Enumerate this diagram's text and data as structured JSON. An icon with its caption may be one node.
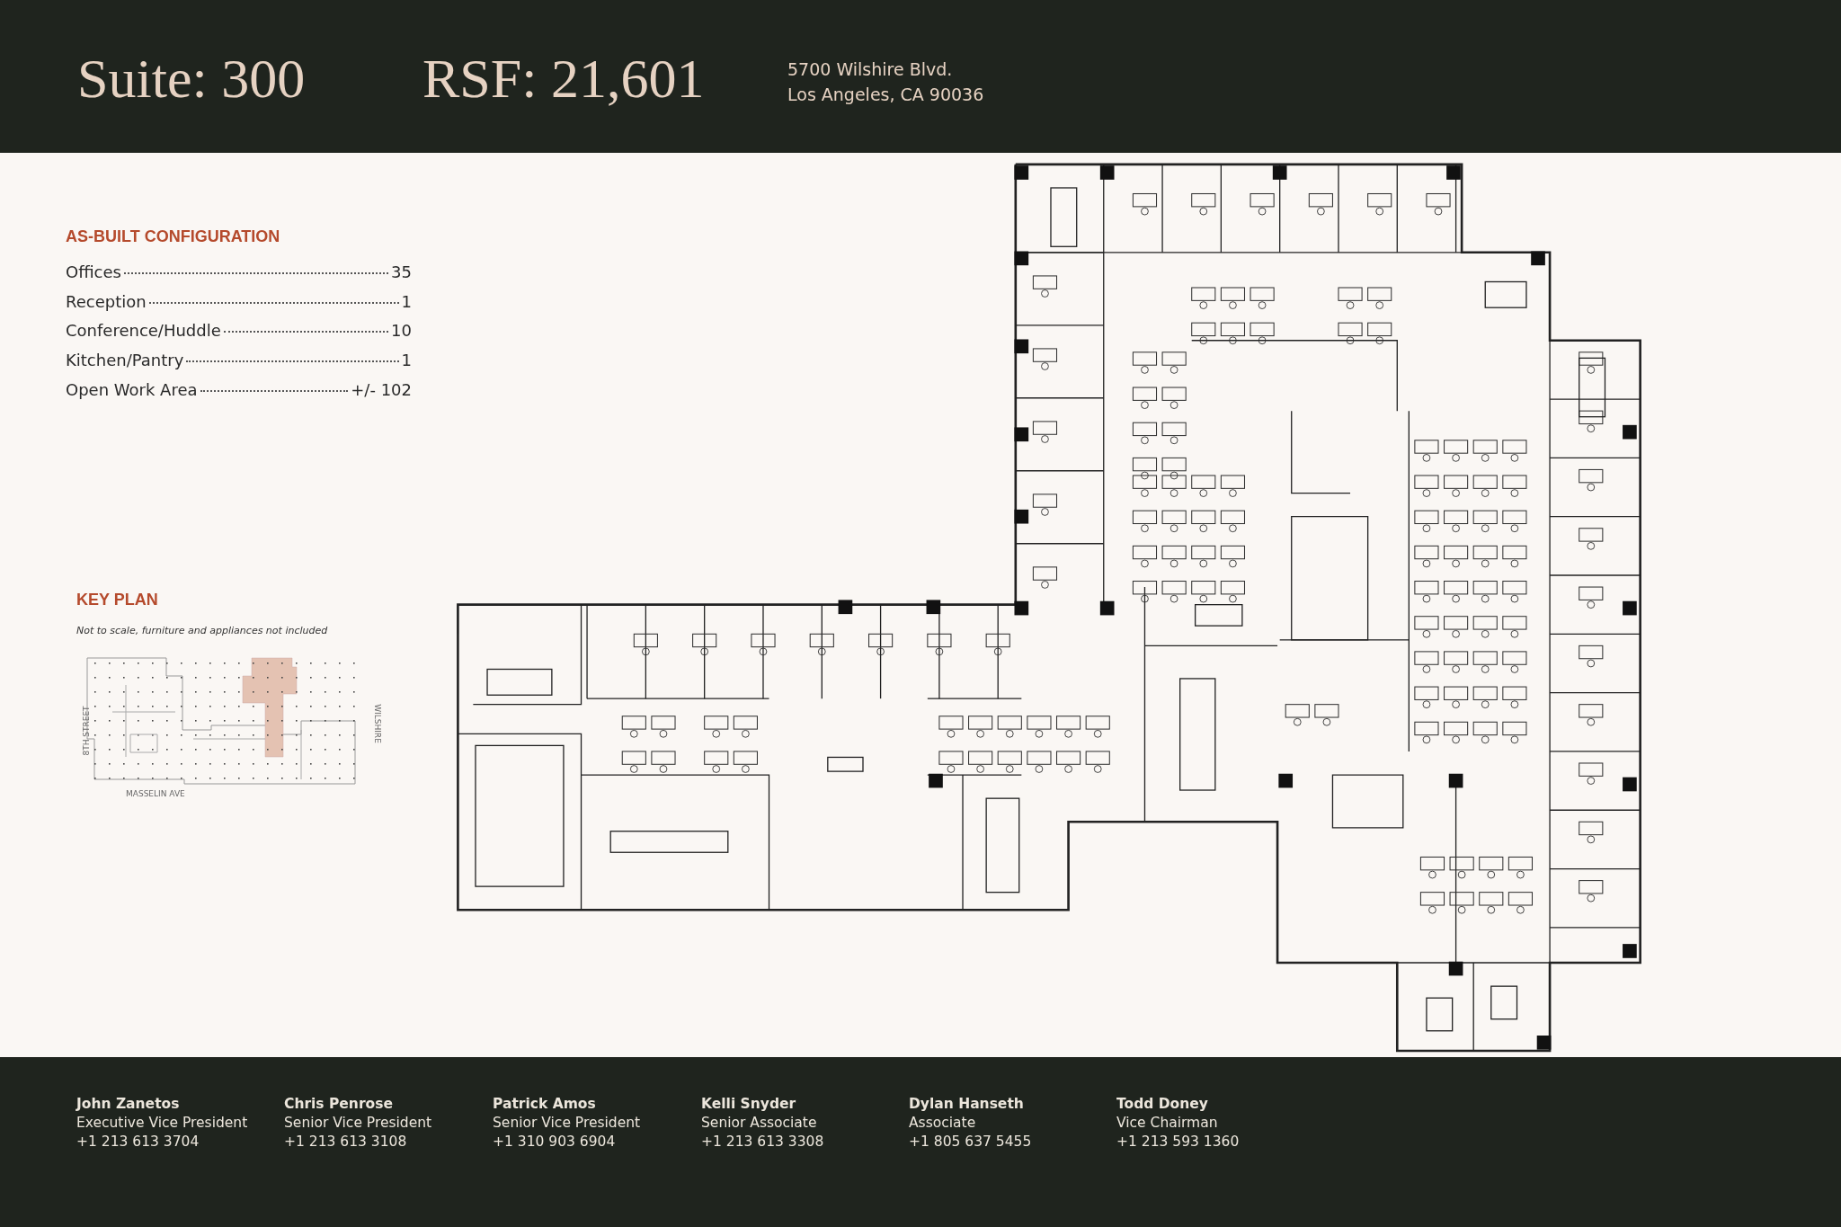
{
  "diagram": {
    "labels": [
      "Suite: 300",
      "RSF: 21,601",
      "5700 Wilshire Blvd.",
      "Los Angeles, CA 90036",
      "AS-BUILT CONFIGURATION",
      "Offices",
      "35",
      "Reception",
      "1",
      "Conference/Huddle",
      "10",
      "Kitchen/Pantry",
      "1",
      "Open Work Area",
      "+/- 102",
      "KEY PLAN",
      "Not to scale, furniture and appliances not included",
      "8TH STREET",
      "WILSHIRE",
      "MASSELIN AVE",
      "John Zanetos",
      "Executive Vice President",
      "+1 213 613 3704",
      "Chris Penrose",
      "Senior Vice President",
      "+1 213 613 3108",
      "Patrick Amos",
      "Senior Vice President",
      "+1 310 903 6904",
      "Kelli Snyder",
      "Senior Associate",
      "+1 213 613 3308",
      "Dylan Hanseth",
      "Associate",
      "+1 805 637 5455",
      "Todd Doney",
      "Vice Chairman",
      "+1 213 593 1360"
    ]
  }
}
